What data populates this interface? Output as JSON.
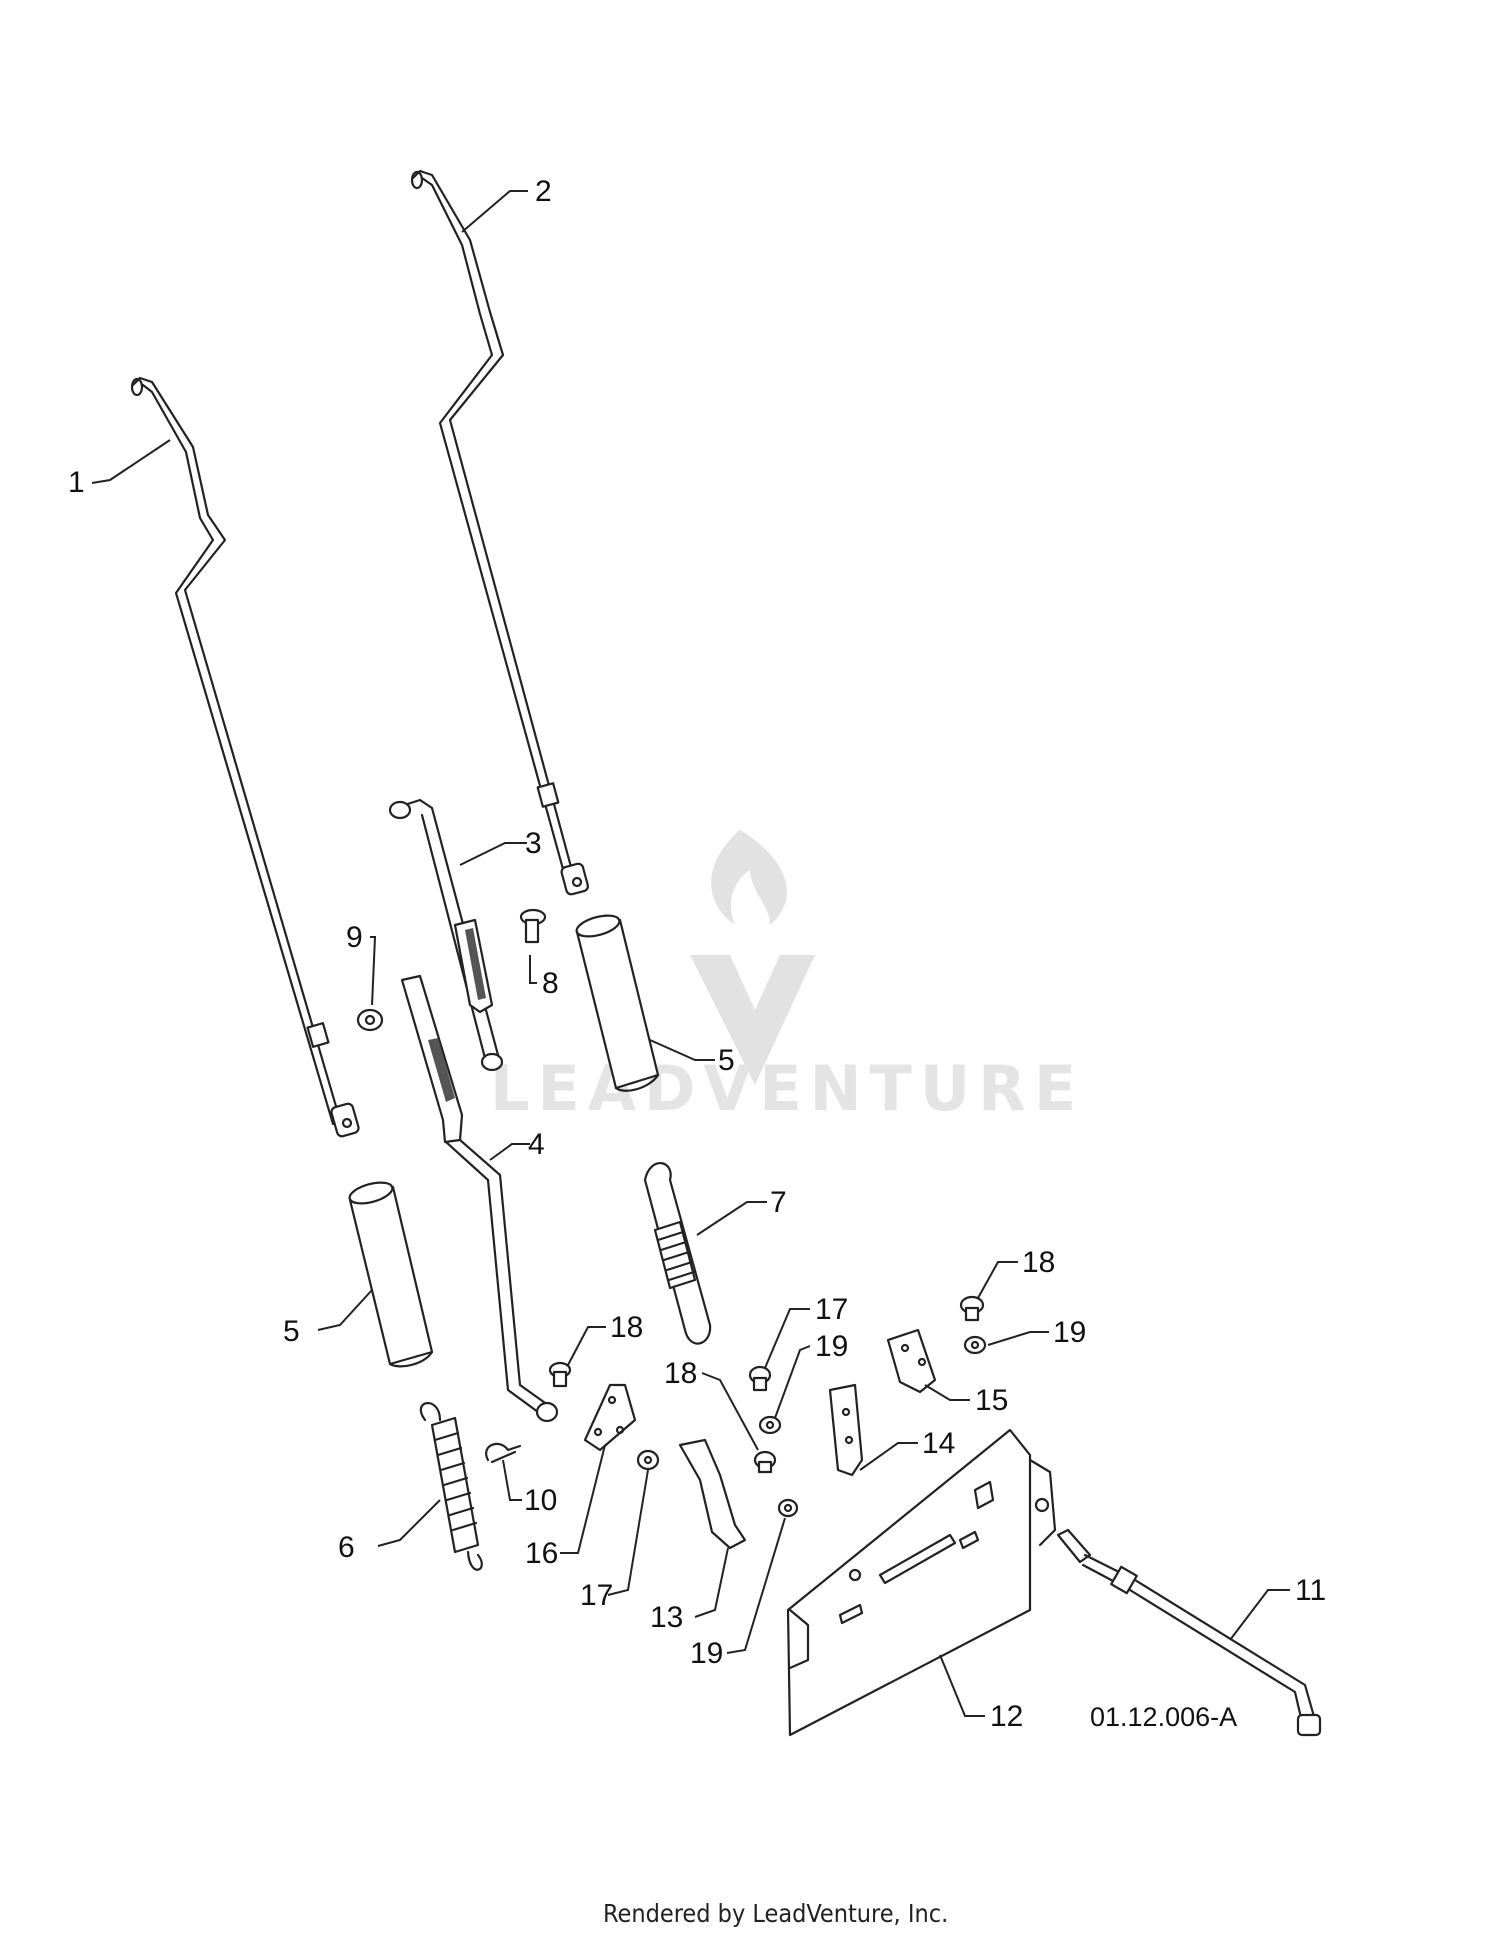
{
  "callouts": [
    {
      "id": "c1",
      "label": "1"
    },
    {
      "id": "c2",
      "label": "2"
    },
    {
      "id": "c3",
      "label": "3"
    },
    {
      "id": "c4",
      "label": "4"
    },
    {
      "id": "c5a",
      "label": "5"
    },
    {
      "id": "c5b",
      "label": "5"
    },
    {
      "id": "c6",
      "label": "6"
    },
    {
      "id": "c7",
      "label": "7"
    },
    {
      "id": "c8",
      "label": "8"
    },
    {
      "id": "c9",
      "label": "9"
    },
    {
      "id": "c10",
      "label": "10"
    },
    {
      "id": "c11",
      "label": "11"
    },
    {
      "id": "c12",
      "label": "12"
    },
    {
      "id": "c13",
      "label": "13"
    },
    {
      "id": "c14",
      "label": "14"
    },
    {
      "id": "c15",
      "label": "15"
    },
    {
      "id": "c16",
      "label": "16"
    },
    {
      "id": "c17a",
      "label": "17"
    },
    {
      "id": "c17b",
      "label": "17"
    },
    {
      "id": "c18a",
      "label": "18"
    },
    {
      "id": "c18b",
      "label": "18"
    },
    {
      "id": "c18c",
      "label": "18"
    },
    {
      "id": "c19a",
      "label": "19"
    },
    {
      "id": "c19b",
      "label": "19"
    },
    {
      "id": "c19c",
      "label": "19"
    }
  ],
  "diagram_code": "01.12.006-A",
  "watermark": "LEADVENTURE",
  "footer": "Rendered by LeadVenture, Inc."
}
